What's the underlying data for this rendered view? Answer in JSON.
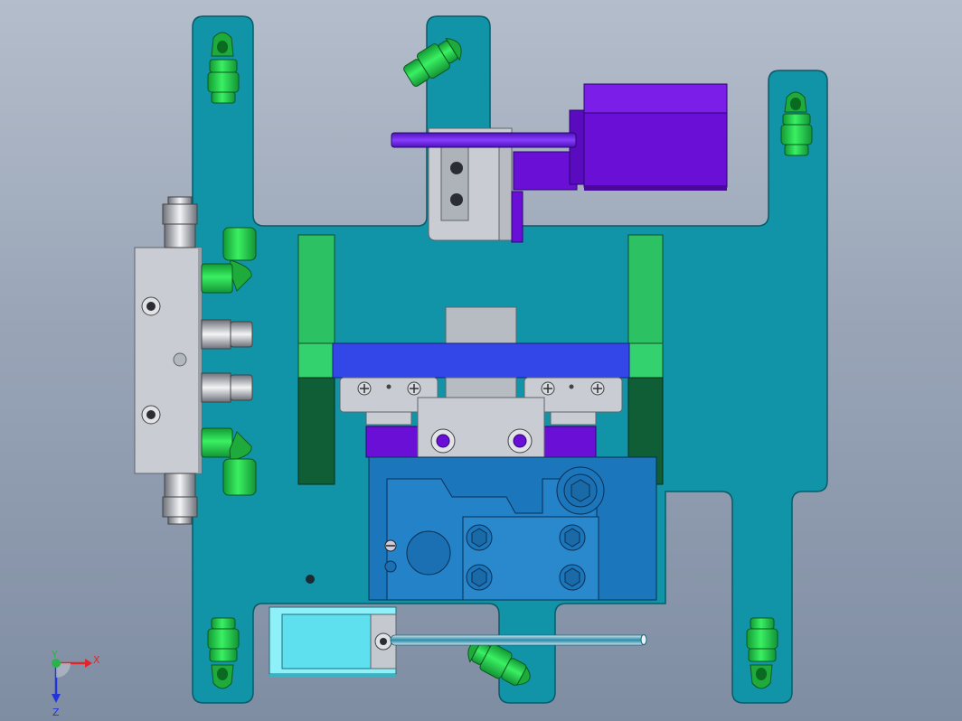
{
  "viewport": {
    "background_top": "#b4bdcb",
    "background_bottom": "#7f8da3"
  },
  "colors": {
    "plate": "#1193a8",
    "plate_edge": "#0a5a68",
    "fitting_green": "#2bd84f",
    "block_green": "#2cc264",
    "block_dark_green": "#0f5e35",
    "slide_blue": "#3346e8",
    "purple": "#6a10d6",
    "cylinder_blue": "#1c76bb",
    "sensor_cyan": "#5fe0ee",
    "manifold_gray": "#c9ccd2"
  },
  "model": {
    "parts": [
      "base-plate",
      "air-manifold-block",
      "push-in-fittings",
      "linear-guide-rail",
      "slide-carriage",
      "stepper-motor",
      "motor-bracket",
      "guide-blocks",
      "pneumatic-cylinder",
      "proximity-sensor",
      "sensor-cable"
    ]
  },
  "triad": {
    "x_label": "X",
    "y_label": "Y",
    "z_label": "Z",
    "x_color": "#e0262b",
    "y_color": "#29b34a",
    "z_color": "#2335d8"
  }
}
